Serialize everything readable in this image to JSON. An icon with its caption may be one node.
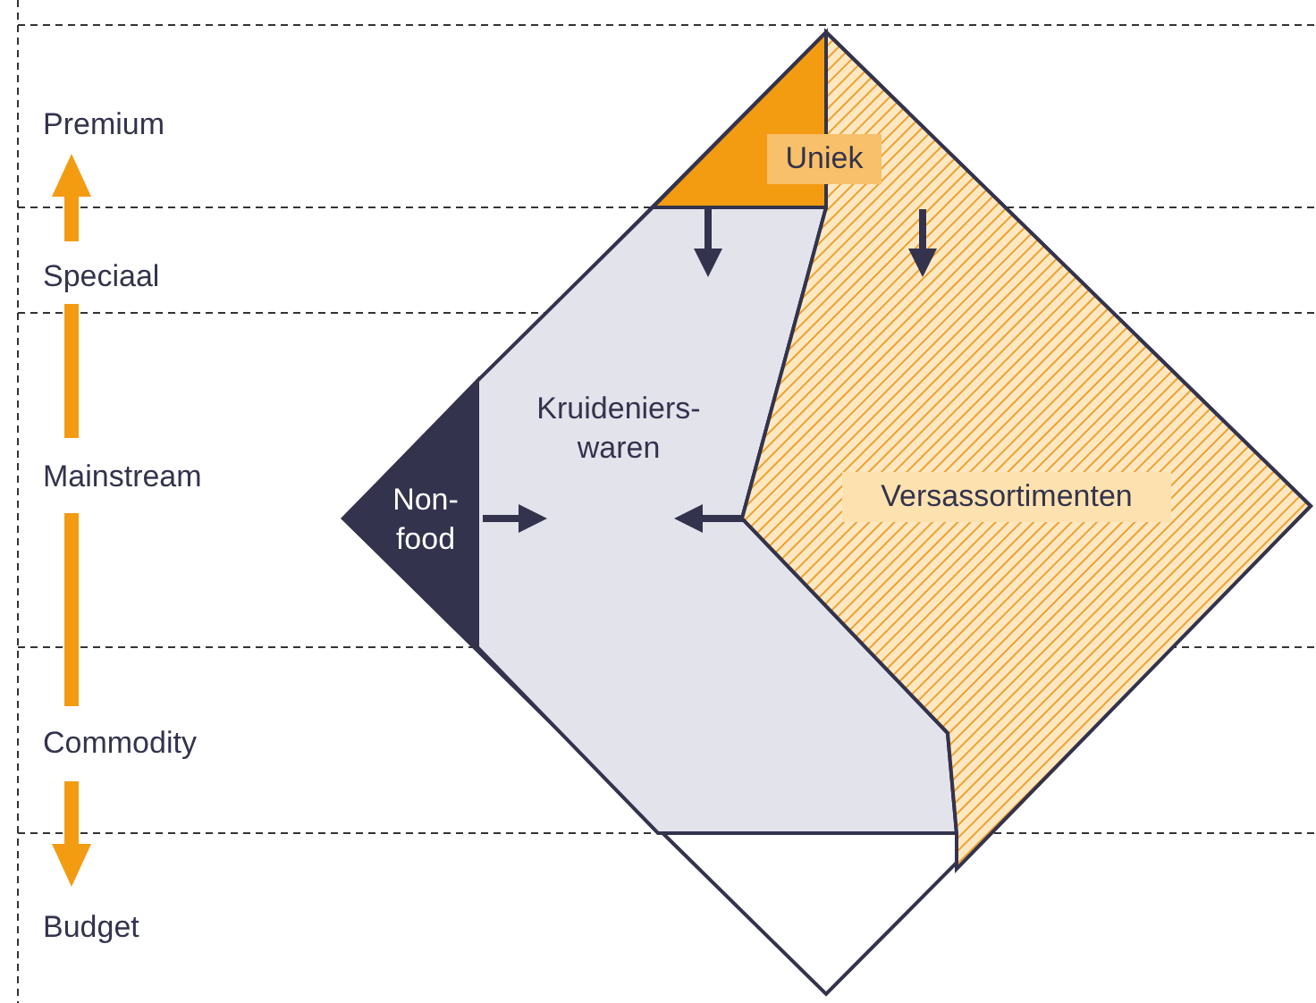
{
  "diagram": {
    "nodes": [
      {
        "text": [
          "Uniek"
        ]
      },
      {
        "text": [
          "Kruideniers-waren"
        ]
      },
      {
        "text": [
          "Non-food"
        ]
      },
      {
        "text": [
          "Versassortimenten"
        ]
      }
    ],
    "edges": [
      {
        "from": 0,
        "to": 1,
        "arrow": "to"
      },
      {
        "from": null,
        "to": 3,
        "arrow": "to"
      },
      {
        "from": 2,
        "to": 1,
        "arrow": "to"
      },
      {
        "from": 3,
        "to": 1,
        "arrow": "to"
      }
    ],
    "labels": [
      "Premium",
      "Speciaal",
      "Mainstream",
      "Commodity",
      "Budget"
    ]
  }
}
